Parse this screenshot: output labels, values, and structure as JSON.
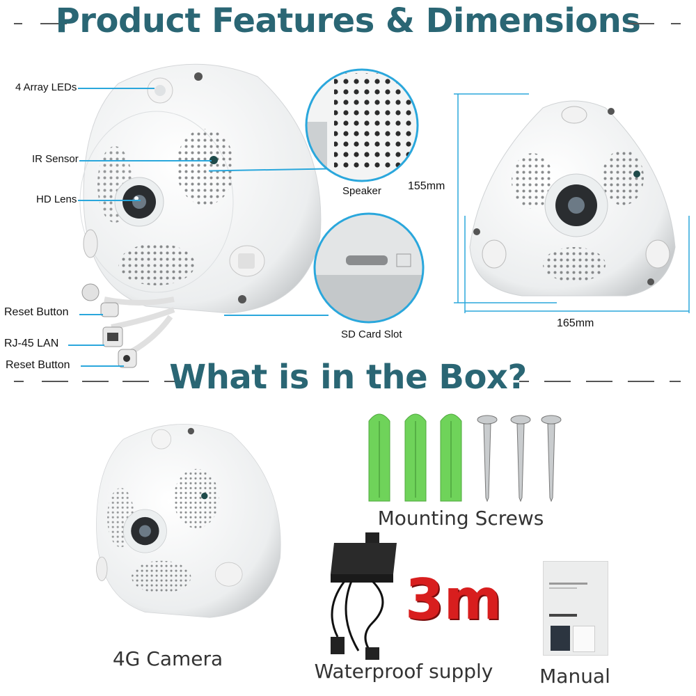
{
  "header": {
    "title": "Product Features & Dimensions"
  },
  "features": {
    "labels": [
      "4 Array LEDs",
      "IR Sensor",
      "HD Lens",
      "Reset Button",
      "RJ-45 LAN",
      "Reset Button"
    ],
    "speaker": "Speaker",
    "sd_card": "SD Card Slot",
    "height": "155mm",
    "width": "165mm"
  },
  "box": {
    "title": "What is in the Box?",
    "items": [
      "4G Camera",
      "Mounting Screws",
      "Waterproof supply",
      "Manual"
    ],
    "cable_length": "3m"
  },
  "colors": {
    "title": "#2a6674",
    "callout_line": "#2aa7dc",
    "anchor_green": "#6fd35a",
    "cable_length": "#d81e1e"
  }
}
